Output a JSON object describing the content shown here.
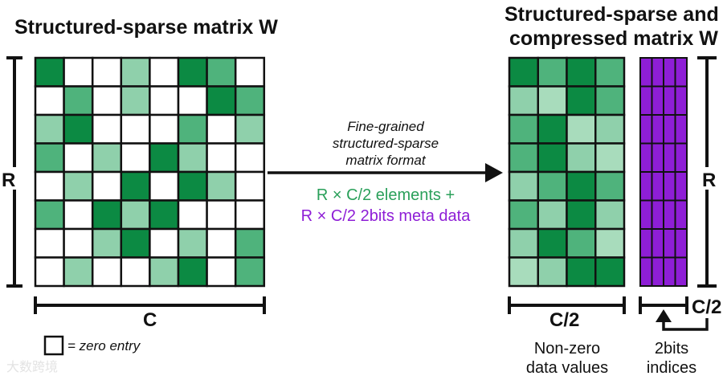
{
  "left_title": "Structured-sparse matrix W",
  "right_title_line1": "Structured-sparse and",
  "right_title_line2": "compressed matrix W",
  "row_label_left": "R",
  "row_label_right": "R",
  "col_label_left": "C",
  "col_label_values": "C/2",
  "col_label_meta": "C/2",
  "legend_text": "= zero entry",
  "arrow_caption": [
    "Fine-grained",
    "structured-sparse",
    "matrix format"
  ],
  "info_elements": "R × C/2 elements +",
  "info_meta": "R × C/2 2bits meta data",
  "values_caption": [
    "Non-zero",
    "data values"
  ],
  "indices_caption": [
    "2bits",
    "indices"
  ],
  "watermark": "大数跨境",
  "colors": {
    "dark_green": "#0c8a43",
    "mid_green": "#4fb37c",
    "light_green": "#8fd0ab",
    "pale_green": "#a8dcbc",
    "purple_fill": "#8e1ed6",
    "zero": "#ffffff",
    "green_text": "#2aa05a",
    "purple_text": "#8e1ed6"
  },
  "sparse_matrix": [
    [
      "D",
      "Z",
      "Z",
      "L",
      "Z",
      "D",
      "M",
      "Z"
    ],
    [
      "Z",
      "M",
      "Z",
      "L",
      "Z",
      "Z",
      "D",
      "M"
    ],
    [
      "L",
      "D",
      "Z",
      "Z",
      "Z",
      "M",
      "Z",
      "L"
    ],
    [
      "M",
      "Z",
      "L",
      "Z",
      "D",
      "L",
      "Z",
      "Z"
    ],
    [
      "Z",
      "L",
      "Z",
      "D",
      "Z",
      "D",
      "L",
      "Z"
    ],
    [
      "M",
      "Z",
      "D",
      "L",
      "D",
      "Z",
      "Z",
      "Z"
    ],
    [
      "Z",
      "Z",
      "L",
      "D",
      "Z",
      "L",
      "Z",
      "M"
    ],
    [
      "Z",
      "L",
      "Z",
      "Z",
      "L",
      "D",
      "Z",
      "M"
    ]
  ],
  "compressed_matrix": [
    [
      "D",
      "M",
      "D",
      "M"
    ],
    [
      "L",
      "P",
      "D",
      "M"
    ],
    [
      "M",
      "D",
      "P",
      "L"
    ],
    [
      "M",
      "D",
      "L",
      "P"
    ],
    [
      "L",
      "M",
      "D",
      "M"
    ],
    [
      "M",
      "L",
      "D",
      "L"
    ],
    [
      "L",
      "D",
      "M",
      "P"
    ],
    [
      "P",
      "L",
      "D",
      "D"
    ]
  ],
  "meta_grid": {
    "rows": 8,
    "cols": 4
  }
}
